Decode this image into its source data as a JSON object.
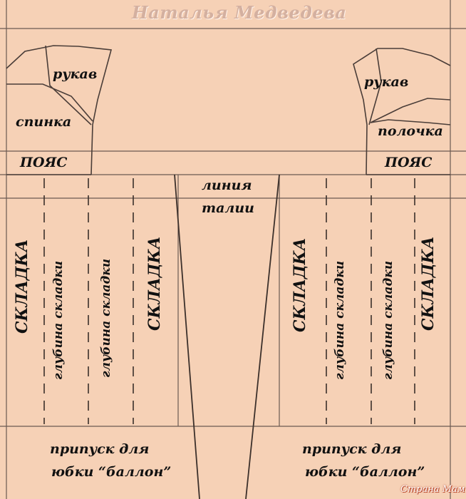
{
  "header": {
    "author": "Наталья Медведева"
  },
  "labels": {
    "sleeve_left": "рукав",
    "sleeve_right": "рукав",
    "back": "спинка",
    "front": "полочка",
    "waistband_left": "ПОЯС",
    "waistband_right": "ПОЯС",
    "waist_line_1": "линия",
    "waist_line_2": "талии",
    "fold": "СКЛАДКА",
    "fold_depth": "глубина складки",
    "hem_line_1": "припуск для",
    "hem_line_2": "юбки “баллон”"
  },
  "watermark": "Страна Мам"
}
